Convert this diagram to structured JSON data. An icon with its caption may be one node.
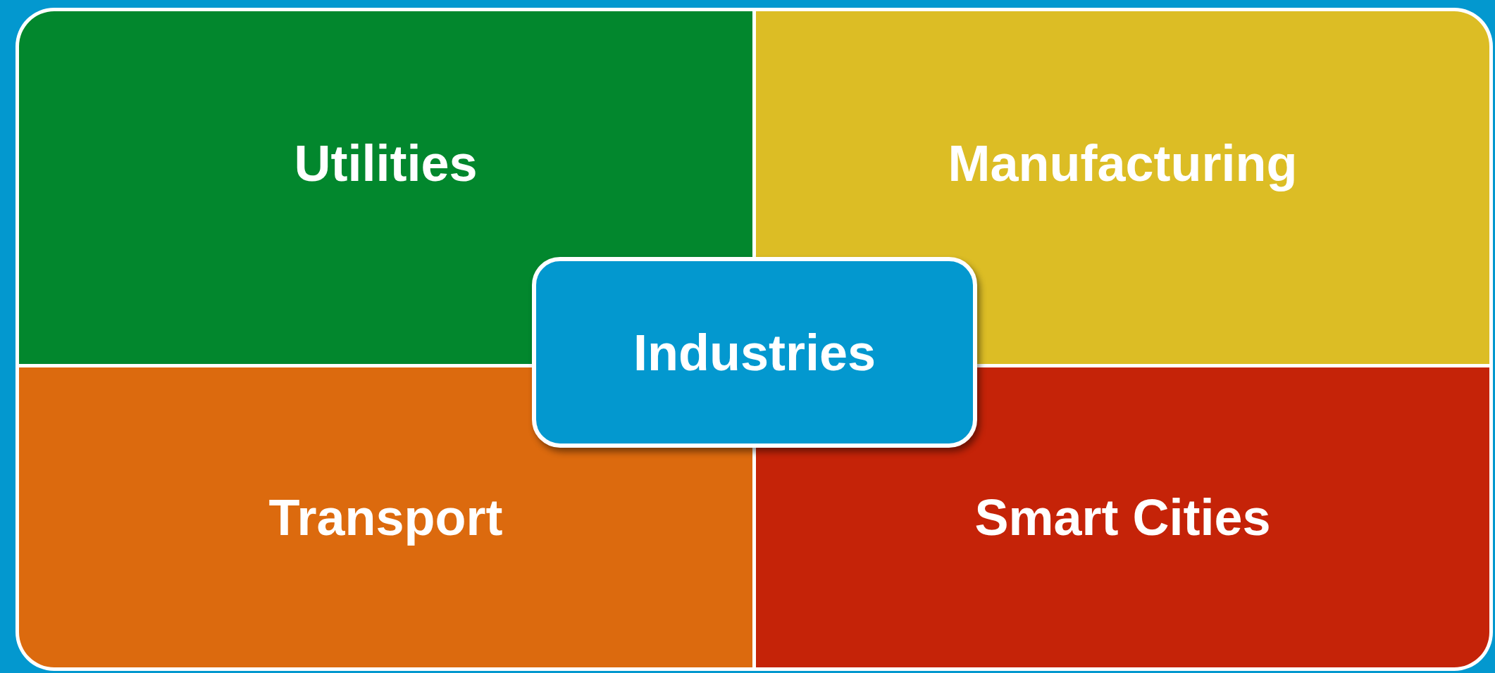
{
  "diagram": {
    "nodes": [
      {
        "text": [
          "Utilities"
        ]
      },
      {
        "text": [
          "Manufacturing"
        ]
      },
      {
        "text": [
          "Industries"
        ]
      },
      {
        "text": [
          "Transport"
        ]
      },
      {
        "text": [
          "Smart Cities"
        ]
      }
    ]
  }
}
